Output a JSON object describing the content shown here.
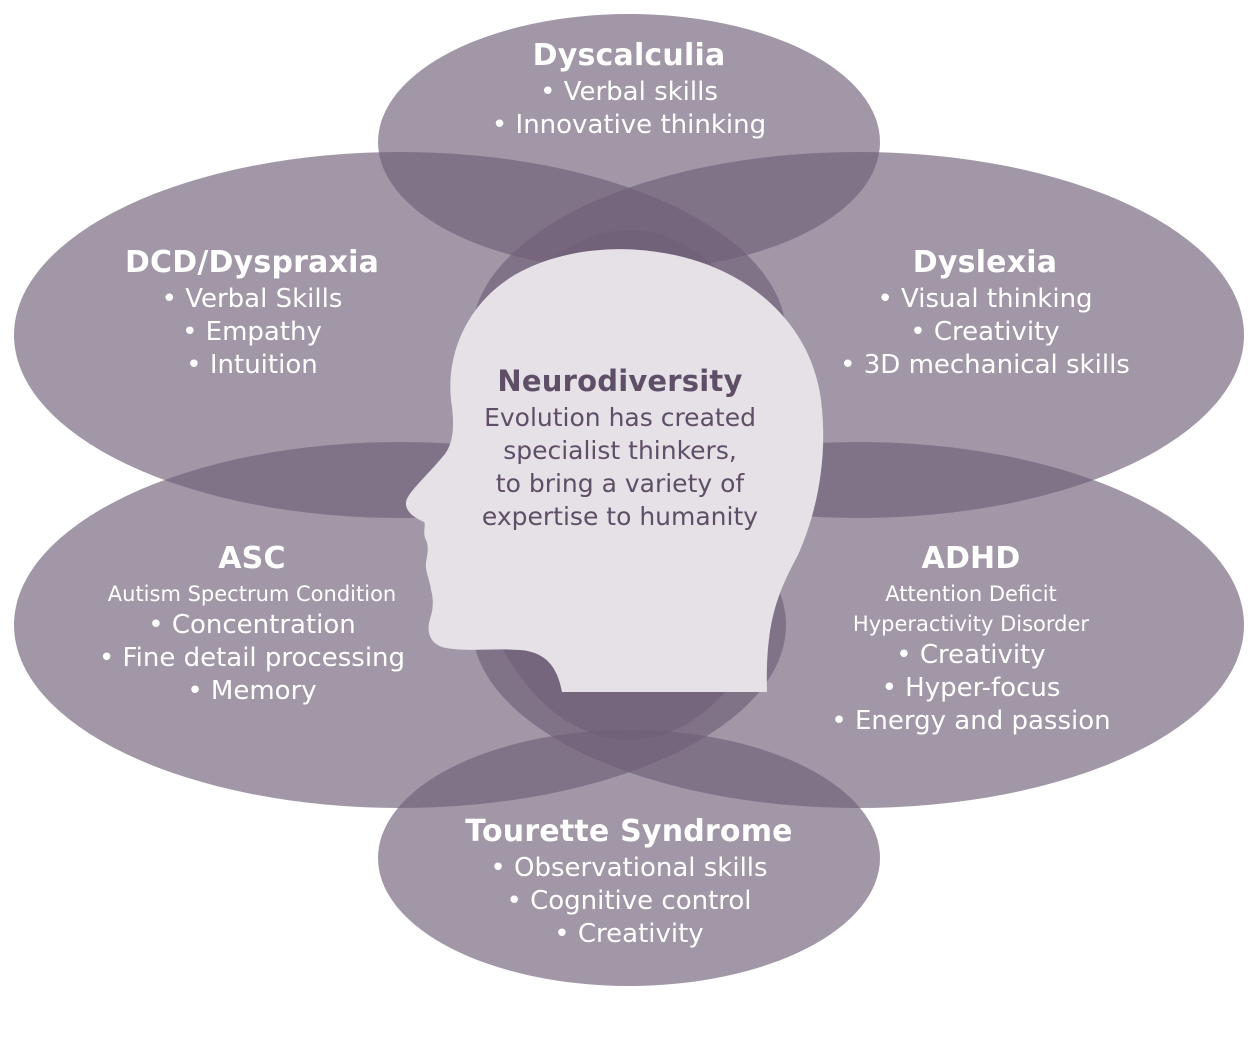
{
  "colors": {
    "ellipse_fill": "#6f5f78",
    "head_fill": "#e6e0e7",
    "center_text": "#5e4f67",
    "label_text": "#ffffff",
    "background": "#ffffff"
  },
  "center": {
    "title": "Neurodiversity",
    "lines": [
      "Evolution has created",
      "specialist thinkers,",
      "to bring a variety of",
      "expertise to humanity"
    ]
  },
  "conditions": {
    "dyscalculia": {
      "title": "Dyscalculia",
      "items": [
        "• Verbal skills",
        "• Innovative thinking"
      ]
    },
    "dcd": {
      "title": "DCD/Dyspraxia",
      "items": [
        "• Verbal Skills",
        "• Empathy",
        "• Intuition"
      ]
    },
    "dyslexia": {
      "title": "Dyslexia",
      "items": [
        "• Visual thinking",
        "• Creativity",
        "• 3D mechanical skills"
      ]
    },
    "asc": {
      "title": "ASC",
      "subtitle": [
        "Autism Spectrum Condition"
      ],
      "items": [
        "• Concentration",
        "• Fine detail processing",
        "• Memory"
      ]
    },
    "adhd": {
      "title": "ADHD",
      "subtitle": [
        "Attention Deficit",
        "Hyperactivity Disorder"
      ],
      "items": [
        "• Creativity",
        "• Hyper-focus",
        "• Energy and passion"
      ]
    },
    "tourette": {
      "title": "Tourette Syndrome",
      "items": [
        "• Observational skills",
        "• Cognitive control",
        "• Creativity"
      ]
    }
  }
}
